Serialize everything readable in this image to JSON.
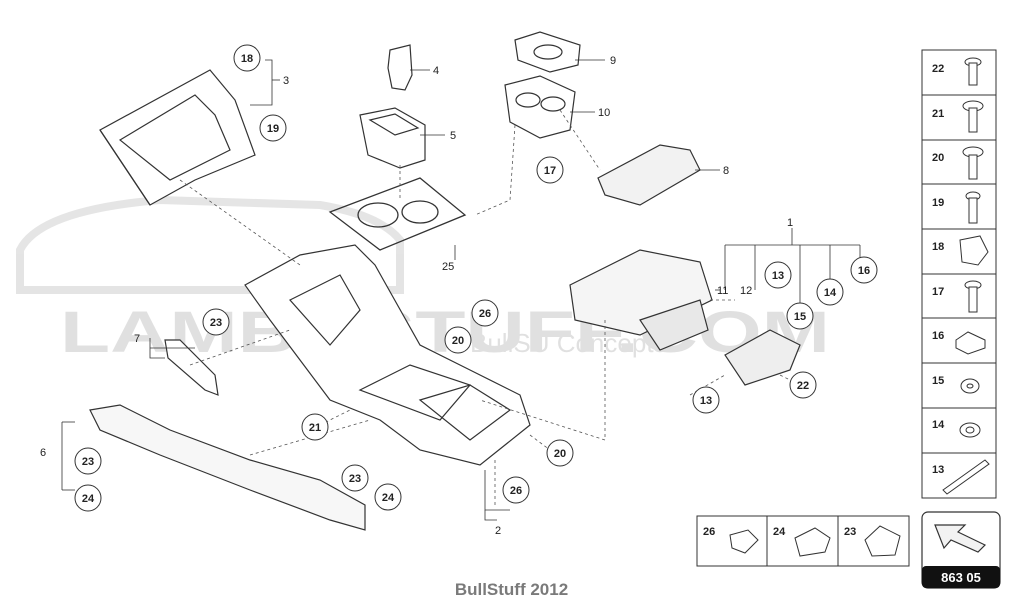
{
  "watermark": {
    "brand": "LAMBOSTUFF.COM",
    "sub": "BullSU Concepts"
  },
  "callouts": {
    "c1": "1",
    "c2": "2",
    "c3": "3",
    "c4": "4",
    "c5": "5",
    "c6": "6",
    "c7": "7",
    "c8": "8",
    "c9": "9",
    "c10": "10",
    "c11": "11",
    "c12": "12",
    "c25": "25",
    "b18": "18",
    "b19": "19",
    "b17": "17",
    "b13a": "13",
    "b16": "16",
    "b14": "14",
    "b15": "15",
    "b13b": "13",
    "b22": "22",
    "b23a": "23",
    "b26a": "26",
    "b20a": "20",
    "b21": "21",
    "b20b": "20",
    "b23b": "23",
    "b24a": "24",
    "b26b": "26",
    "b23c": "23",
    "b24b": "24"
  },
  "legend": [
    "22",
    "21",
    "20",
    "19",
    "18",
    "17",
    "16",
    "15",
    "14",
    "13"
  ],
  "bottom_legend": [
    "26",
    "24",
    "23"
  ],
  "diagram_code": "863 05",
  "footer": "BullStuff 2012"
}
